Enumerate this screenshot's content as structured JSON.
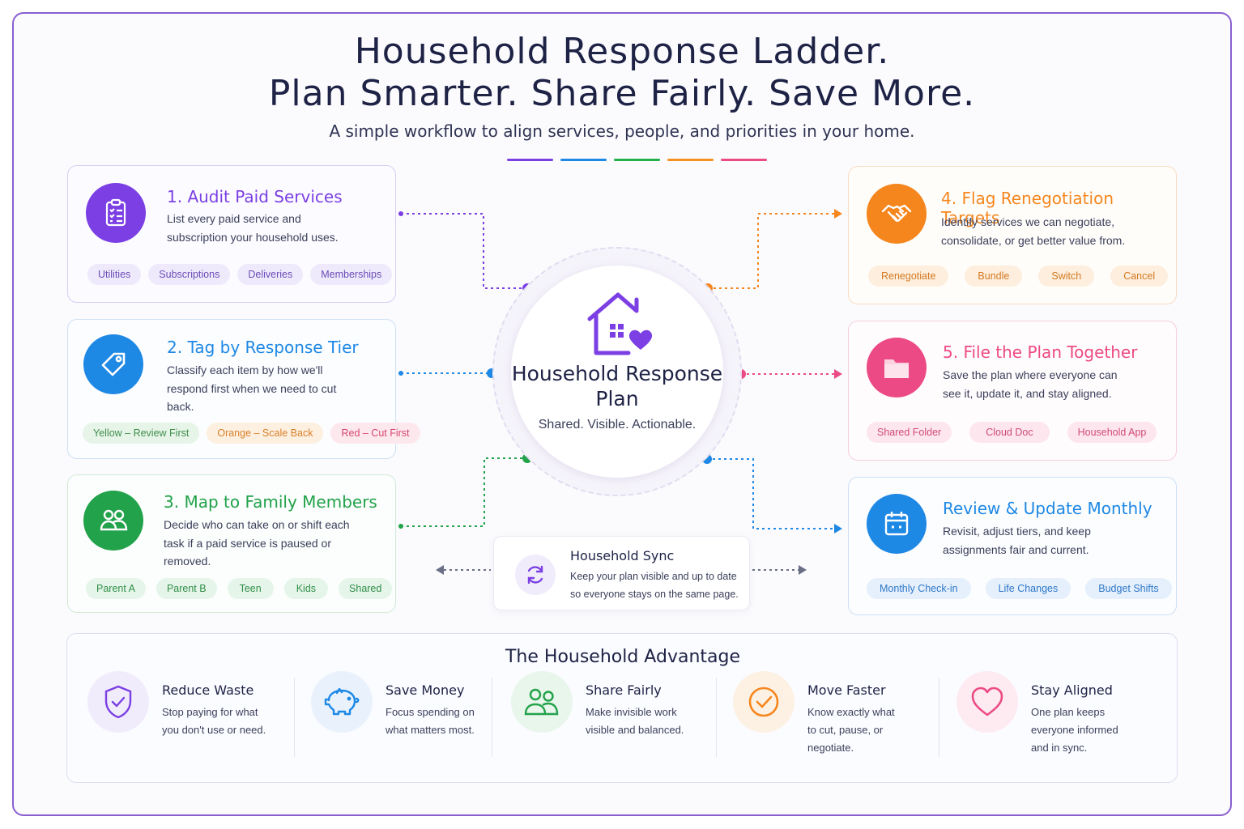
{
  "header": {
    "title_line1": "Household Response Ladder.",
    "title_line2": "Plan Smarter. Share Fairly. Save More.",
    "subtitle": "A simple workflow to align services, people, and priorities in your home.",
    "divider_colors": [
      "#7b3fe4",
      "#1e88e5",
      "#22b04b",
      "#f5921e",
      "#ec4a84"
    ]
  },
  "steps": [
    {
      "title": "1. Audit Paid Services",
      "desc": "List every paid service and subscription your household uses.",
      "icon": "clipboard-icon",
      "color": "#7b3fe4",
      "chips": [
        "Utilities",
        "Subscriptions",
        "Deliveries",
        "Memberships"
      ]
    },
    {
      "title": "2. Tag by Response Tier",
      "desc": "Classify each item by how we'll respond first when we need to cut back.",
      "icon": "tag-icon",
      "color": "#1e88e5",
      "chips": [
        "Yellow – Review First",
        "Orange – Scale Back",
        "Red – Cut First"
      ]
    },
    {
      "title": "3. Map to Family Members",
      "desc": "Decide who can take on or shift each task if a paid service is paused or removed.",
      "icon": "users-icon",
      "color": "#22a24a",
      "chips": [
        "Parent A",
        "Parent B",
        "Teen",
        "Kids",
        "Shared"
      ]
    },
    {
      "title": "4. Flag Renegotiation Targets",
      "desc": "Identify services we can negotiate, consolidate, or get better value from.",
      "icon": "handshake-icon",
      "color": "#f5861e",
      "chips": [
        "Renegotiate",
        "Bundle",
        "Switch",
        "Cancel"
      ]
    },
    {
      "title": "5. File the Plan Together",
      "desc": "Save the plan where everyone can see it, update it, and stay aligned.",
      "icon": "folder-icon",
      "color": "#ec4a84",
      "chips": [
        "Shared Folder",
        "Cloud Doc",
        "Household App"
      ]
    },
    {
      "title": "Review & Update Monthly",
      "desc": "Revisit, adjust tiers, and keep assignments fair and current.",
      "icon": "calendar-icon",
      "color": "#1e88e5",
      "chips": [
        "Monthly Check-in",
        "Life Changes",
        "Budget Shifts"
      ]
    }
  ],
  "hub": {
    "title": "Household Response Plan",
    "subtitle": "Shared. Visible. Actionable.",
    "icon": "house-heart-icon"
  },
  "sync": {
    "title": "Household Sync",
    "desc": "Keep your plan visible and up to date so everyone stays on the same page.",
    "icon": "sync-icon"
  },
  "advantage": {
    "title": "The Household Advantage",
    "items": [
      {
        "title": "Reduce Waste",
        "desc": "Stop paying for what you don't use or need.",
        "icon": "shield-check-icon",
        "color": "#7b3fe4"
      },
      {
        "title": "Save Money",
        "desc": "Focus spending on what matters most.",
        "icon": "piggy-bank-icon",
        "color": "#1e88e5"
      },
      {
        "title": "Share Fairly",
        "desc": "Make invisible work visible and balanced.",
        "icon": "users-icon",
        "color": "#22a24a"
      },
      {
        "title": "Move Faster",
        "desc": "Know exactly what to cut, pause, or negotiate.",
        "icon": "check-circle-icon",
        "color": "#f5861e"
      },
      {
        "title": "Stay Aligned",
        "desc": "One plan keeps everyone informed and in sync.",
        "icon": "heart-icon",
        "color": "#ec4a84"
      }
    ]
  }
}
